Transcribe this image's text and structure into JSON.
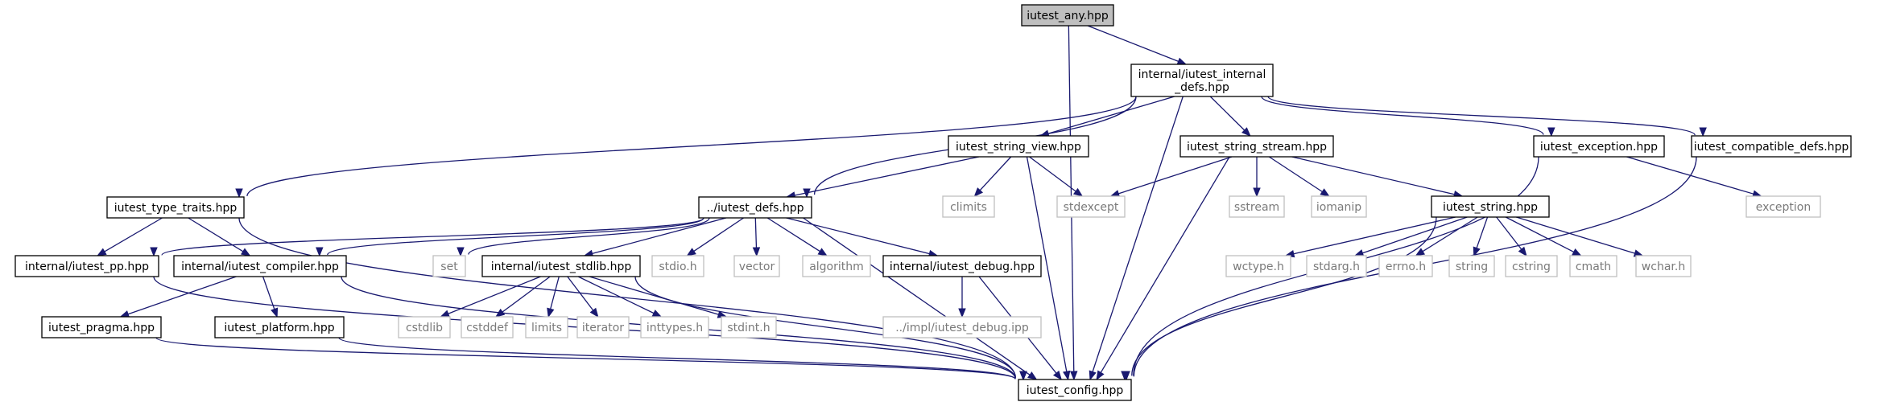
{
  "graph": {
    "colors": {
      "edge": "#191970",
      "node_border": "#000000",
      "external_border": "#bfbfbf",
      "external_text": "#7a7a7a",
      "root_fill": "#bfbfbf"
    },
    "nodes": [
      {
        "id": "iutest_any",
        "label": "iutest_any.hpp",
        "kind": "root"
      },
      {
        "id": "internal_defs",
        "label": "internal/iutest_internal\n_defs.hpp",
        "kind": "file"
      },
      {
        "id": "type_traits",
        "label": "iutest_type_traits.hpp",
        "kind": "file"
      },
      {
        "id": "defs",
        "label": "../iutest_defs.hpp",
        "kind": "file"
      },
      {
        "id": "string_view",
        "label": "iutest_string_view.hpp",
        "kind": "file"
      },
      {
        "id": "string_stream",
        "label": "iutest_string_stream.hpp",
        "kind": "file"
      },
      {
        "id": "exception_hpp",
        "label": "iutest_exception.hpp",
        "kind": "file"
      },
      {
        "id": "compatible_defs",
        "label": "iutest_compatible_defs.hpp",
        "kind": "file"
      },
      {
        "id": "pp",
        "label": "internal/iutest_pp.hpp",
        "kind": "file"
      },
      {
        "id": "compiler",
        "label": "internal/iutest_compiler.hpp",
        "kind": "file"
      },
      {
        "id": "set",
        "label": "set",
        "kind": "external"
      },
      {
        "id": "stdlib",
        "label": "internal/iutest_stdlib.hpp",
        "kind": "file"
      },
      {
        "id": "stdio",
        "label": "stdio.h",
        "kind": "external"
      },
      {
        "id": "vector",
        "label": "vector",
        "kind": "external"
      },
      {
        "id": "algorithm",
        "label": "algorithm",
        "kind": "external"
      },
      {
        "id": "debug",
        "label": "internal/iutest_debug.hpp",
        "kind": "file"
      },
      {
        "id": "climits",
        "label": "climits",
        "kind": "external"
      },
      {
        "id": "stdexcept",
        "label": "stdexcept",
        "kind": "external"
      },
      {
        "id": "sstream",
        "label": "sstream",
        "kind": "external"
      },
      {
        "id": "iomanip",
        "label": "iomanip",
        "kind": "external"
      },
      {
        "id": "string_hpp",
        "label": "iutest_string.hpp",
        "kind": "file"
      },
      {
        "id": "exception",
        "label": "exception",
        "kind": "external"
      },
      {
        "id": "pragma",
        "label": "iutest_pragma.hpp",
        "kind": "file"
      },
      {
        "id": "platform",
        "label": "iutest_platform.hpp",
        "kind": "file"
      },
      {
        "id": "cstdlib",
        "label": "cstdlib",
        "kind": "external"
      },
      {
        "id": "cstddef",
        "label": "cstddef",
        "kind": "external"
      },
      {
        "id": "limits",
        "label": "limits",
        "kind": "external"
      },
      {
        "id": "iterator",
        "label": "iterator",
        "kind": "external"
      },
      {
        "id": "inttypes",
        "label": "inttypes.h",
        "kind": "external"
      },
      {
        "id": "stdint",
        "label": "stdint.h",
        "kind": "external"
      },
      {
        "id": "impl_debug",
        "label": "../impl/iutest_debug.ipp",
        "kind": "external"
      },
      {
        "id": "wctype",
        "label": "wctype.h",
        "kind": "external"
      },
      {
        "id": "stdarg",
        "label": "stdarg.h",
        "kind": "external"
      },
      {
        "id": "errno",
        "label": "errno.h",
        "kind": "external"
      },
      {
        "id": "string",
        "label": "string",
        "kind": "external"
      },
      {
        "id": "cstring",
        "label": "cstring",
        "kind": "external"
      },
      {
        "id": "cmath",
        "label": "cmath",
        "kind": "external"
      },
      {
        "id": "wchar",
        "label": "wchar.h",
        "kind": "external"
      },
      {
        "id": "config",
        "label": "iutest_config.hpp",
        "kind": "file"
      }
    ],
    "edges": [
      [
        "iutest_any",
        "internal_defs"
      ],
      [
        "iutest_any",
        "config"
      ],
      [
        "internal_defs",
        "type_traits"
      ],
      [
        "internal_defs",
        "defs"
      ],
      [
        "internal_defs",
        "string_view"
      ],
      [
        "internal_defs",
        "config"
      ],
      [
        "internal_defs",
        "string_stream"
      ],
      [
        "internal_defs",
        "exception_hpp"
      ],
      [
        "internal_defs",
        "compatible_defs"
      ],
      [
        "type_traits",
        "config"
      ],
      [
        "type_traits",
        "pp"
      ],
      [
        "type_traits",
        "compiler"
      ],
      [
        "defs",
        "pp"
      ],
      [
        "defs",
        "compiler"
      ],
      [
        "defs",
        "set"
      ],
      [
        "defs",
        "stdlib"
      ],
      [
        "defs",
        "stdio"
      ],
      [
        "defs",
        "vector"
      ],
      [
        "defs",
        "algorithm"
      ],
      [
        "defs",
        "debug"
      ],
      [
        "defs",
        "config"
      ],
      [
        "string_view",
        "defs"
      ],
      [
        "string_view",
        "climits"
      ],
      [
        "string_view",
        "stdexcept"
      ],
      [
        "string_view",
        "config"
      ],
      [
        "string_stream",
        "stdexcept"
      ],
      [
        "string_stream",
        "sstream"
      ],
      [
        "string_stream",
        "iomanip"
      ],
      [
        "string_stream",
        "string_hpp"
      ],
      [
        "string_stream",
        "config"
      ],
      [
        "exception_hpp",
        "exception"
      ],
      [
        "exception_hpp",
        "config"
      ],
      [
        "compatible_defs",
        "config"
      ],
      [
        "pp",
        "config"
      ],
      [
        "compiler",
        "pragma"
      ],
      [
        "compiler",
        "platform"
      ],
      [
        "compiler",
        "config"
      ],
      [
        "pragma",
        "config"
      ],
      [
        "platform",
        "config"
      ],
      [
        "stdlib",
        "cstdlib"
      ],
      [
        "stdlib",
        "cstddef"
      ],
      [
        "stdlib",
        "limits"
      ],
      [
        "stdlib",
        "iterator"
      ],
      [
        "stdlib",
        "inttypes"
      ],
      [
        "stdlib",
        "stdint"
      ],
      [
        "stdlib",
        "config"
      ],
      [
        "debug",
        "impl_debug"
      ],
      [
        "debug",
        "config"
      ],
      [
        "string_hpp",
        "wctype"
      ],
      [
        "string_hpp",
        "stdarg"
      ],
      [
        "string_hpp",
        "errno"
      ],
      [
        "string_hpp",
        "string"
      ],
      [
        "string_hpp",
        "cstring"
      ],
      [
        "string_hpp",
        "cmath"
      ],
      [
        "string_hpp",
        "wchar"
      ],
      [
        "string_hpp",
        "config"
      ]
    ]
  }
}
